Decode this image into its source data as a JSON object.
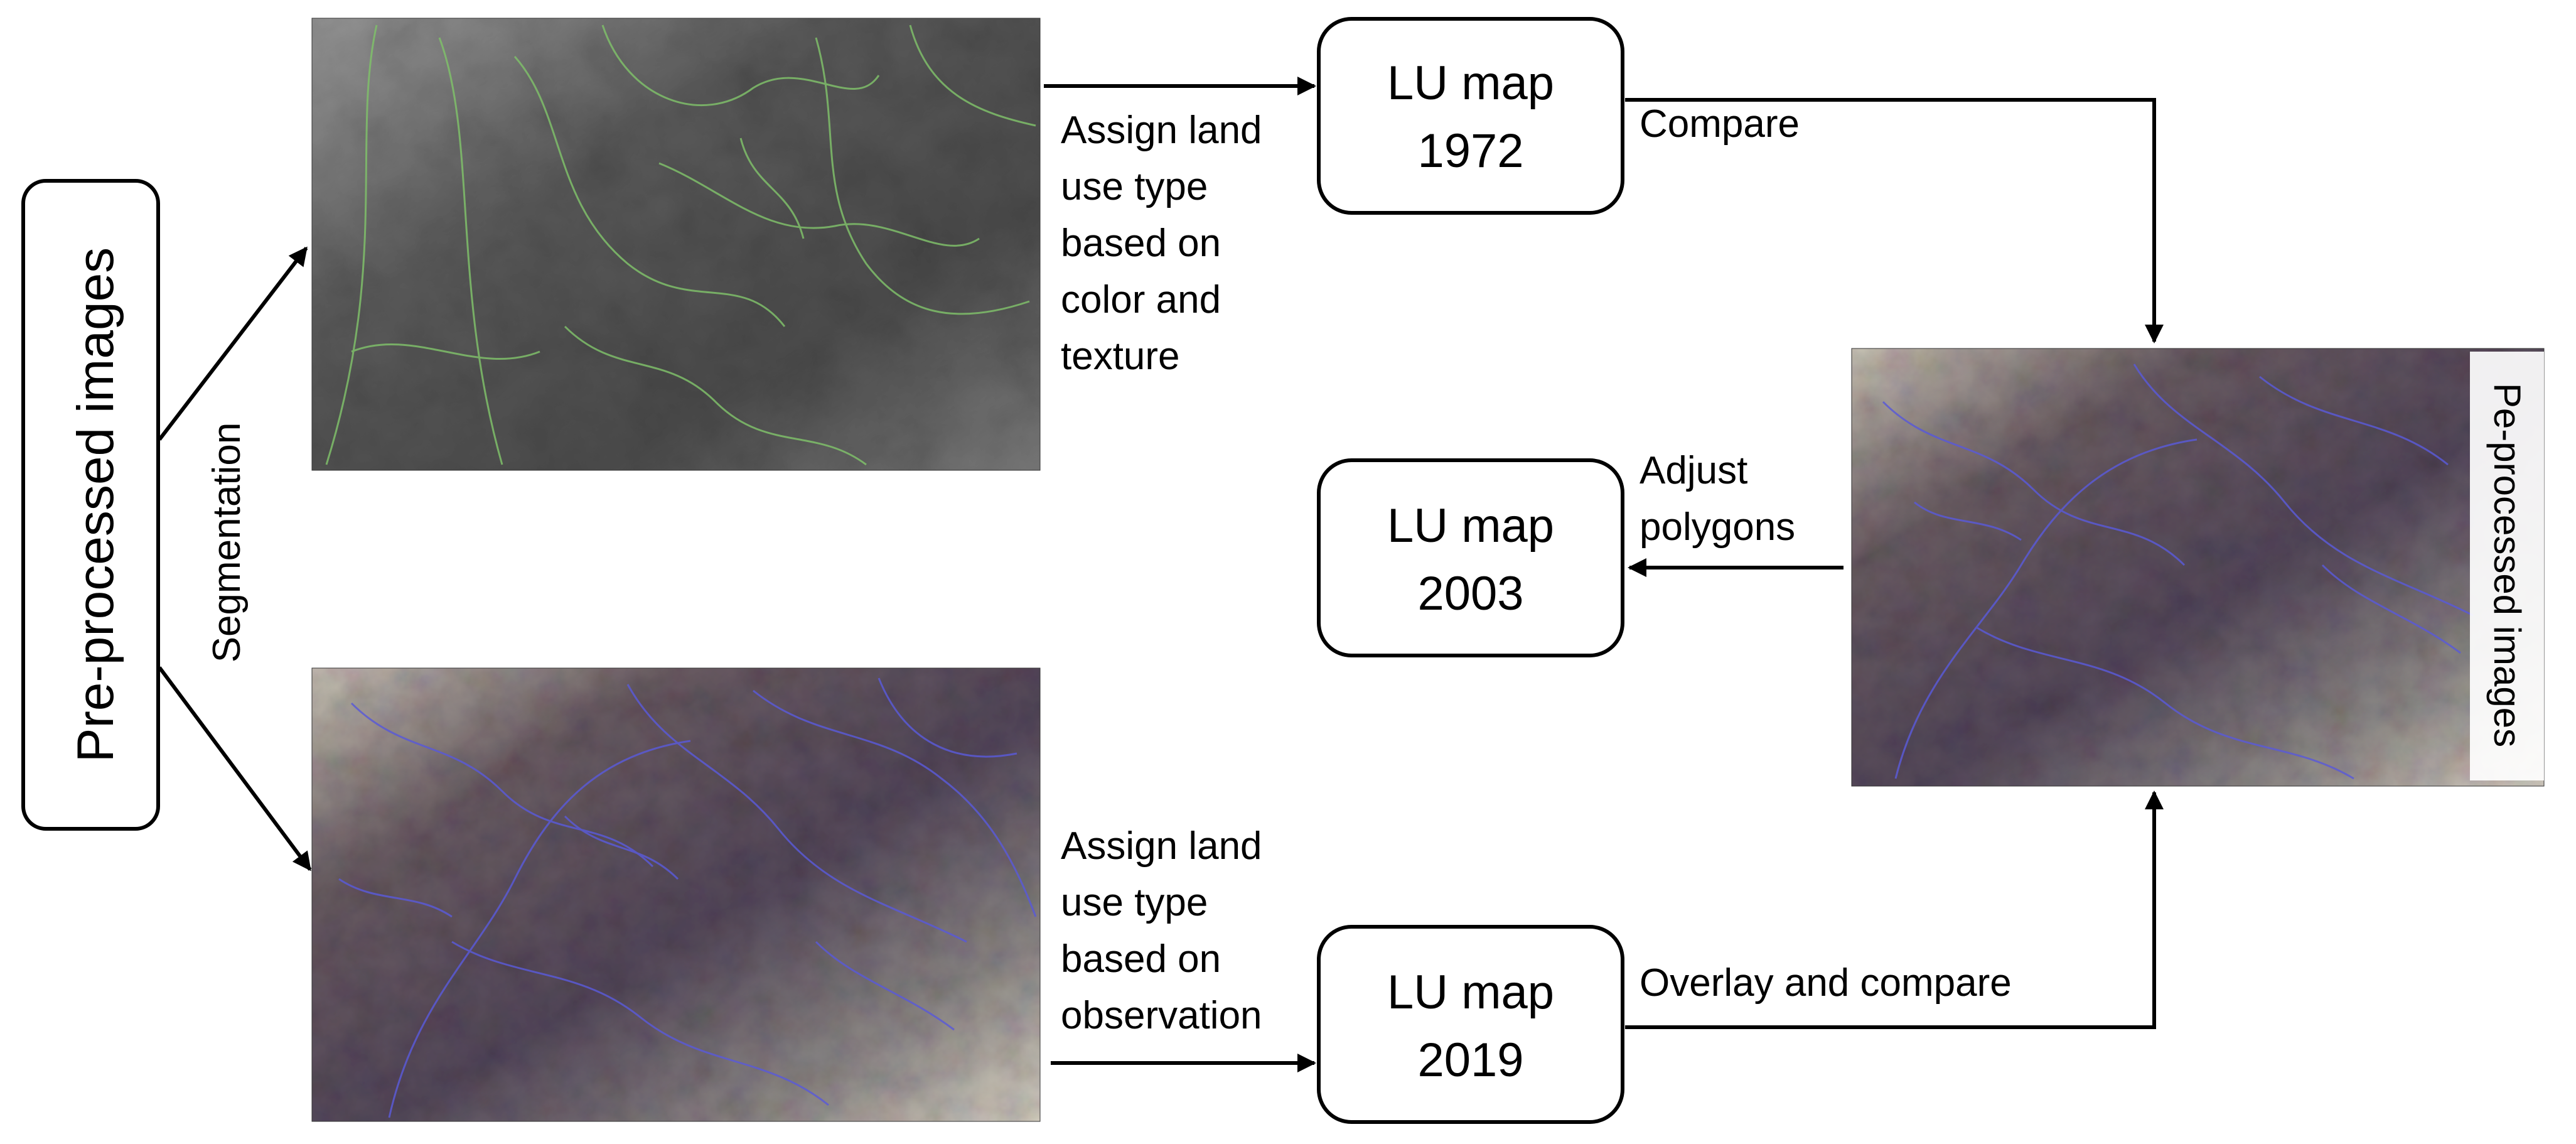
{
  "left_box": {
    "label": "Pre-processed images"
  },
  "segmentation": {
    "label": "Segmentation"
  },
  "images": [
    {
      "icon": "satellite-image-icon",
      "palette": "grayscale"
    },
    {
      "icon": "satellite-image-icon",
      "palette": "color"
    },
    {
      "icon": "satellite-image-icon",
      "palette": "color"
    }
  ],
  "image_caption_right": {
    "label": "Pe-processed images"
  },
  "maps": {
    "m1972": {
      "line1": "LU map",
      "line2": "1972"
    },
    "m2003": {
      "line1": "LU map",
      "line2": "2003"
    },
    "m2019": {
      "line1": "LU map",
      "line2": "2019"
    }
  },
  "annotations": {
    "assign_color": [
      "Assign land",
      "use type",
      "based on",
      "color and",
      "texture"
    ],
    "assign_observation": [
      "Assign land",
      "use type",
      "based on",
      "observation"
    ],
    "compare": "Compare",
    "adjust": [
      "Adjust",
      "polygons"
    ],
    "overlay": "Overlay and compare"
  },
  "colors": {
    "stroke": "#000000",
    "gray_polygons": "#7fbf6a",
    "color_polygons": "#5a5ad6"
  }
}
